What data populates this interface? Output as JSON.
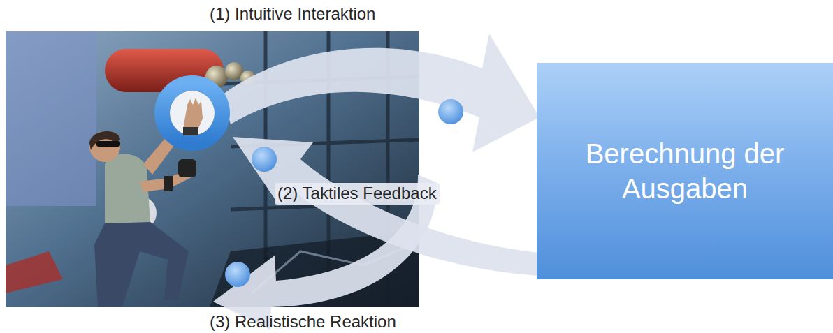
{
  "diagram": {
    "nodes": [
      {
        "text": [
          "Berechnung der Ausgaben"
        ]
      }
    ],
    "labels": [
      "(1) Intuitive Interaktion",
      "(2) Taktiles Feedback",
      "(3) Realistische Reaktion"
    ]
  }
}
